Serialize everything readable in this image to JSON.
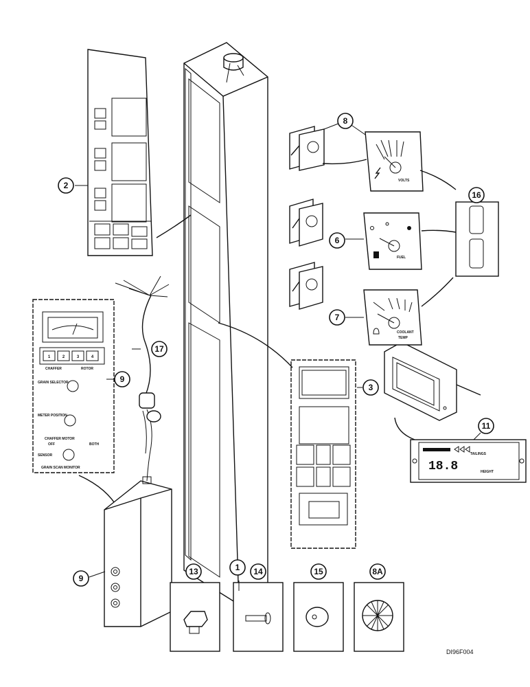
{
  "drawing_code": "DI96F004",
  "callouts": {
    "c1": "1",
    "c2": "2",
    "c3": "3",
    "c6": "6",
    "c7": "7",
    "c8": "8",
    "c8a": "8A",
    "c9a": "9",
    "c9b": "9",
    "c11": "11",
    "c13": "13",
    "c14": "14",
    "c15": "15",
    "c16": "16",
    "c17": "17"
  },
  "gauge_labels": {
    "volts": "VOLTS",
    "fuel": "FUEL",
    "coolant_temp_line1": "COOLANT",
    "coolant_temp_line2": "TEMP"
  },
  "monitor_labels": {
    "chaffer": "CHAFFER",
    "rotor": "ROTOR",
    "grain_selector": "GRAIN SELECTOR",
    "meter_position": "METER POSITION",
    "chaffer_motor": "CHAFFER MOTOR",
    "off": "OFF",
    "both": "BOTH",
    "sensor": "SENSOR",
    "grain_scan_monitor": "GRAIN SCAN MONITOR",
    "btn1": "1",
    "btn2": "2",
    "btn3": "3",
    "btn4": "4"
  },
  "display_labels": {
    "digits": "18.8",
    "tailings": "TAILINGS",
    "reading": "HEIGHT"
  }
}
